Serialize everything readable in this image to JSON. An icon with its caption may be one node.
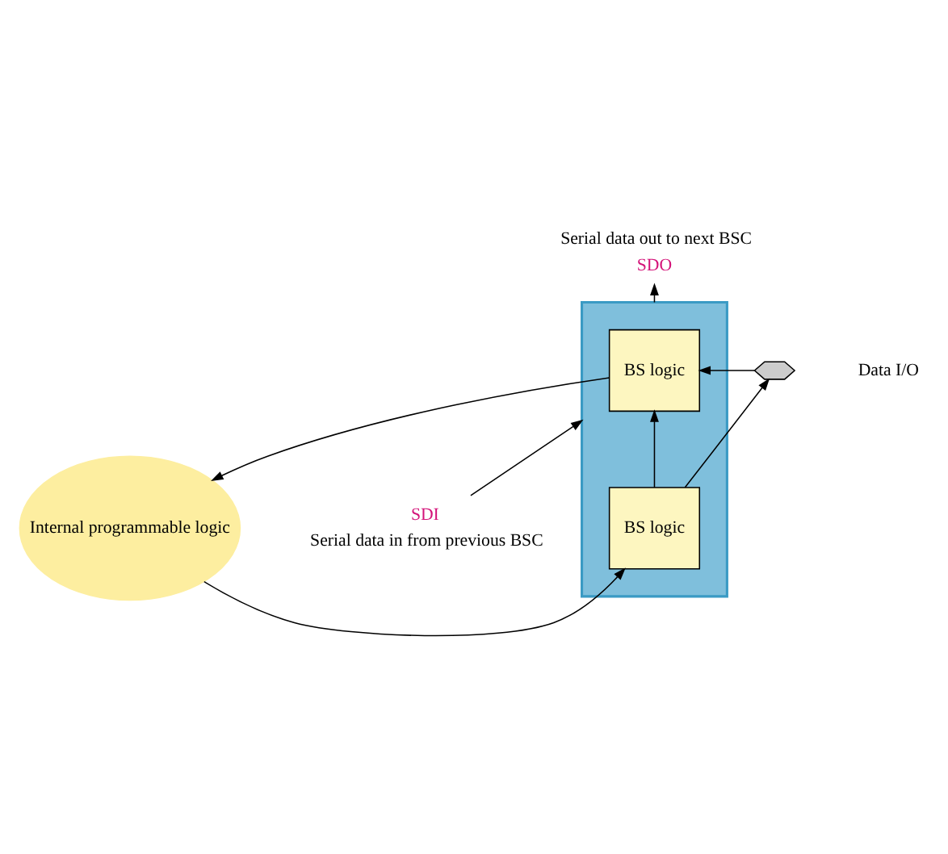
{
  "diagram": {
    "nodes": [
      {
        "text": [
          "Internal programmable logic"
        ]
      },
      {
        "text": [],
        "shape": "box"
      },
      {
        "text": [
          "BS logic"
        ],
        "in": 1
      },
      {
        "text": [
          "BS logic"
        ],
        "in": 1
      },
      {
        "text": [
          "SDO"
        ],
        "beside": [
          "Serial data out to next BSC"
        ]
      },
      {
        "text": [
          "SDI"
        ],
        "beside": [
          "Serial data in from previous BSC"
        ]
      },
      {
        "text": [],
        "shape": "hexagon",
        "beside": [
          "Data I/O"
        ]
      }
    ],
    "edges": [
      {
        "from": 2,
        "to": 0,
        "arrow": "to"
      },
      {
        "from": 0,
        "to": 3,
        "arrow": "to"
      },
      {
        "from": 3,
        "to": 2,
        "arrow": "to"
      },
      {
        "from": 1,
        "to": 4,
        "arrow": "to"
      },
      {
        "from": 5,
        "to": 1,
        "arrow": "to"
      },
      {
        "from": 3,
        "to": 6,
        "arrow": "to"
      },
      {
        "from": 6,
        "to": 2,
        "arrow": "to"
      }
    ]
  }
}
